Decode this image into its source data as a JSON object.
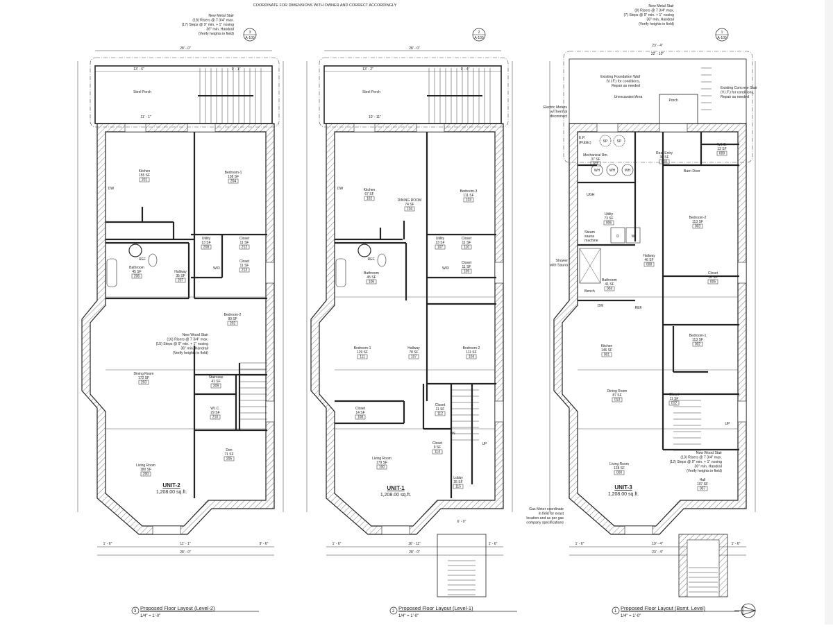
{
  "header_note": "COORDINATE FOR DIMENSIONS WITH OWNER AND CORRECT ACCORDINGLY",
  "plans": [
    {
      "id": "level-2",
      "number": "3",
      "title": "Proposed Floor Layout (Level-2)",
      "scale": "1/4\" = 1'-0\"",
      "callout": {
        "num": "3",
        "sheet": "A-100"
      },
      "unit_label": "UNIT-2",
      "unit_area": "1,208.00 sq.ft.",
      "porch_label": "Steel Porch",
      "dims": {
        "overall_top": "28' - 0\"",
        "porch_left": "13' - 6\"",
        "porch_right": "9' - 1\"",
        "porch_inner": "11' - 1\"",
        "overall_bottom": "28' - 0\"",
        "bay_left": "1' - 6\"",
        "bay_mid": "11' - 1\"",
        "bay_right": "9' - 6\""
      },
      "stair_note": [
        "New Metal Stair",
        "(18) Risers @ 7 3/4\" max.",
        "(17) Steps @ 9\" min. + 1\" nosing",
        "36\" min. Handrail",
        "(Verify heights in field)"
      ],
      "stair_note2": [
        "New Wood Stair",
        "(16) Risers @ 7 3/4\" max.",
        "(15) Steps @ 9\" min. + 1\" nosing",
        "36\" min. Handrail",
        "(Verify heights in field)"
      ],
      "rooms": [
        {
          "name": "Kitchen",
          "area": "155 SF",
          "tag": "201"
        },
        {
          "name": "Bedroom-1",
          "area": "138 SF",
          "tag": "204"
        },
        {
          "name": "Bathroom",
          "area": "45 SF",
          "tag": "206"
        },
        {
          "name": "Hallway",
          "area": "35 SF",
          "tag": "207"
        },
        {
          "name": "Utility",
          "area": "13 SF",
          "tag": "208"
        },
        {
          "name": "Closet",
          "area": "11 SF",
          "tag": "212"
        },
        {
          "name": "Closet",
          "area": "11 SF",
          "tag": "213"
        },
        {
          "name": "Bedroom-2",
          "area": "90 SF",
          "tag": "202"
        },
        {
          "name": "Dining Room",
          "area": "172 SF",
          "tag": "203"
        },
        {
          "name": "Staircase",
          "area": "41 SF",
          "tag": "209"
        },
        {
          "name": "W.I.C.",
          "area": "29 SF",
          "tag": "210"
        },
        {
          "name": "Den",
          "area": "71 SF",
          "tag": "205"
        },
        {
          "name": "Living Room",
          "area": "180 SF",
          "tag": "200"
        }
      ],
      "fixtures": {
        "ref": "REF",
        "dw": "DW",
        "wd": "W/D"
      }
    },
    {
      "id": "level-1",
      "number": "2",
      "title": "Proposed Floor Layout (Level-1)",
      "scale": "1/4\" = 1'-0\"",
      "callout": {
        "num": "2",
        "sheet": "A-100"
      },
      "unit_label": "UNIT-1",
      "unit_area": "1,208.00 sq.ft.",
      "porch_label": "Steel Porch",
      "dims": {
        "overall_top": "28' - 0\"",
        "porch_left": "13' - 2\"",
        "porch_right": "9' - 4\"",
        "porch_inner": "10' - 11\"",
        "overall_bottom": "28' - 0\"",
        "bay_left": "1' - 6\"",
        "bay_mid": "16' - 11\"",
        "bay_right": "1' - 6\"",
        "steps": "6' - 0\""
      },
      "rooms": [
        {
          "name": "Kitchen",
          "area": "67 SF",
          "tag": "102"
        },
        {
          "name": "DINING ROOM",
          "area": "74 SF",
          "tag": "104"
        },
        {
          "name": "Bedroom-3",
          "area": "111 SF",
          "tag": "103"
        },
        {
          "name": "Bathroom",
          "area": "45 SF",
          "tag": "106"
        },
        {
          "name": "Utility",
          "area": "13 SF",
          "tag": "107"
        },
        {
          "name": "Closet",
          "area": "11 SF",
          "tag": "110"
        },
        {
          "name": "Closet",
          "area": "11 SF",
          "tag": "109"
        },
        {
          "name": "Bedroom-1",
          "area": "129 SF",
          "tag": "111"
        },
        {
          "name": "Hallway",
          "area": "78 SF",
          "tag": "107"
        },
        {
          "name": "Bedroom-2",
          "area": "111 SF",
          "tag": "104"
        },
        {
          "name": "Closet",
          "area": "14 SF",
          "tag": "108"
        },
        {
          "name": "Closet",
          "area": "11 SF",
          "tag": "112"
        },
        {
          "name": "Closet",
          "area": "9 SF",
          "tag": "114"
        },
        {
          "name": "Lobby",
          "area": "35 SF",
          "tag": "115"
        },
        {
          "name": "Living Room",
          "area": "179 SF",
          "tag": "100"
        }
      ],
      "fixtures": {
        "ref": "REF.",
        "dw": "DW",
        "wd": "W/D",
        "dn": "DN",
        "up": "UP"
      }
    },
    {
      "id": "basement",
      "number": "1",
      "title": "Proposed Floor Layout (Bsmt. Level)",
      "scale": "1/4\" = 1'-0\"",
      "callout": {
        "num": "1",
        "sheet": "A-100"
      },
      "unit_label": "UNIT-3",
      "unit_area": "1,208.00 sq.ft.",
      "unexcavated_label": "Unexcavated Area",
      "porch_label": "Porch",
      "dims": {
        "overall_top": "23' - 4\"",
        "inner_top": "22' - 10\"",
        "overall_bottom": "23' - 4\"",
        "bay_mid": "19' - 4\"",
        "bay_left": "1' - 6\"",
        "bay_right": "1' - 6\""
      },
      "stair_note": [
        "New Metal Stair",
        "(8) Risers @ 7 3/4\" max.",
        "(7) Steps @ 9\" min. + 1\" nosing",
        "36\" min. Handrail",
        "(Verify heights in field)"
      ],
      "stair_note2": [
        "New Wood Stair",
        "(13) Risers @ 7 3/4\" max.",
        "(12) Steps @ 9\" min. + 1\" nosing",
        "36\" min. Handrail",
        "(Verify heights in field)"
      ],
      "notes": {
        "foundation": [
          "Existing Foundation Wall",
          "(V.I.F.) for conditions,",
          "Repair as needed"
        ],
        "concrete": [
          "Existing Concrete Stair",
          "(V.I.F.) for conditions,",
          "Repair as needed"
        ],
        "meters": [
          "Electric Meters",
          "w/Thermal",
          "disconnect"
        ],
        "shower": [
          "Shower",
          "with Sauna"
        ],
        "gas": [
          "Gas Meter coordinate",
          "in field for exact",
          "location and as per gas",
          "company specifications"
        ]
      },
      "rooms": [
        {
          "name": "Mechanical Rm.",
          "area": "37 SF",
          "tag": "011"
        },
        {
          "name": "Rear Entry",
          "area": "30 SF",
          "tag": "010"
        },
        {
          "name": "W.I.C.",
          "area": "13 SF",
          "tag": "009"
        },
        {
          "name": "Utility",
          "area": "73 SF",
          "tag": "006"
        },
        {
          "name": "Bedroom-2",
          "area": "113 SF",
          "tag": "003"
        },
        {
          "name": "Hallway",
          "area": "46 SF",
          "tag": "008"
        },
        {
          "name": "Bathroom",
          "area": "41 SF",
          "tag": "004"
        },
        {
          "name": "Closet",
          "area": "16 SF",
          "tag": "005"
        },
        {
          "name": "Bedroom-1",
          "area": "113 SF",
          "tag": "002"
        },
        {
          "name": "Kitchen",
          "area": "146 SF",
          "tag": "001"
        },
        {
          "name": "Dining Room",
          "area": "87 SF",
          "tag": "013"
        },
        {
          "name": "Closet",
          "area": "11 SF",
          "tag": "012"
        },
        {
          "name": "Living Room",
          "area": "128 SF",
          "tag": "000"
        },
        {
          "name": "Hall",
          "area": "107 SF",
          "tag": "007"
        }
      ],
      "fixtures": {
        "ref": "REF.",
        "dw": "DW",
        "wh": "WH",
        "sp": "SP",
        "d": "D",
        "w": "W",
        "ugh": "UGH",
        "bench": "Bench",
        "barn": "Barn Door",
        "steam": [
          "Steam",
          "sauna",
          "machine"
        ],
        "ep": [
          "E.P.",
          "(Public)"
        ],
        "up": "UP",
        "dn": "DN"
      }
    }
  ],
  "colors": {
    "line": "#222222",
    "hatch": "#555555",
    "paper": "#ffffff"
  }
}
